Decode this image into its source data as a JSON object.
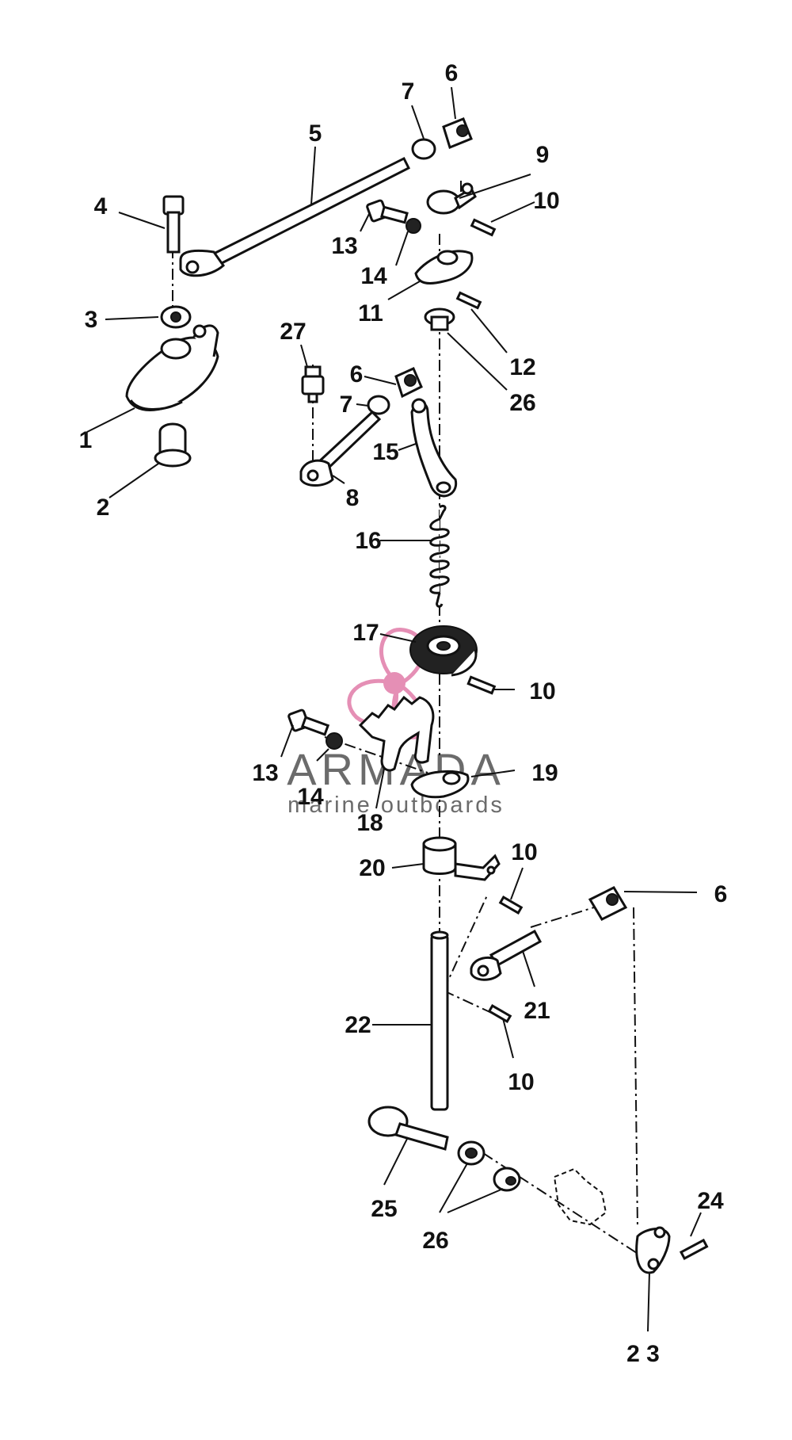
{
  "watermark": {
    "brand": "ARMADA",
    "tagline": "marine outboards",
    "accent_color": "#e58fb5",
    "text_color": "#6b6b6b",
    "icon": "propeller-icon"
  },
  "callouts": [
    {
      "id": "c-4",
      "text": "4"
    },
    {
      "id": "c-5",
      "text": "5"
    },
    {
      "id": "c-7a",
      "text": "7"
    },
    {
      "id": "c-6a",
      "text": "6"
    },
    {
      "id": "c-9",
      "text": "9"
    },
    {
      "id": "c-10a",
      "text": "10"
    },
    {
      "id": "c-13a",
      "text": "13"
    },
    {
      "id": "c-14a",
      "text": "14"
    },
    {
      "id": "c-3",
      "text": "3"
    },
    {
      "id": "c-11",
      "text": "11"
    },
    {
      "id": "c-12",
      "text": "12"
    },
    {
      "id": "c-26a",
      "text": "26"
    },
    {
      "id": "c-27",
      "text": "27"
    },
    {
      "id": "c-6b",
      "text": "6"
    },
    {
      "id": "c-7b",
      "text": "7"
    },
    {
      "id": "c-1",
      "text": "1"
    },
    {
      "id": "c-15",
      "text": "15"
    },
    {
      "id": "c-2",
      "text": "2"
    },
    {
      "id": "c-8",
      "text": "8"
    },
    {
      "id": "c-16",
      "text": "16"
    },
    {
      "id": "c-17",
      "text": "17"
    },
    {
      "id": "c-10b",
      "text": "10"
    },
    {
      "id": "c-13b",
      "text": "13"
    },
    {
      "id": "c-14b",
      "text": "14"
    },
    {
      "id": "c-19",
      "text": "19"
    },
    {
      "id": "c-18",
      "text": "18"
    },
    {
      "id": "c-20",
      "text": "20"
    },
    {
      "id": "c-10c",
      "text": "10"
    },
    {
      "id": "c-6c",
      "text": "6"
    },
    {
      "id": "c-21",
      "text": "21"
    },
    {
      "id": "c-22",
      "text": "22"
    },
    {
      "id": "c-10d",
      "text": "10"
    },
    {
      "id": "c-24",
      "text": "24"
    },
    {
      "id": "c-25",
      "text": "25"
    },
    {
      "id": "c-26b",
      "text": "26"
    },
    {
      "id": "c-23",
      "text": "2 3"
    }
  ]
}
